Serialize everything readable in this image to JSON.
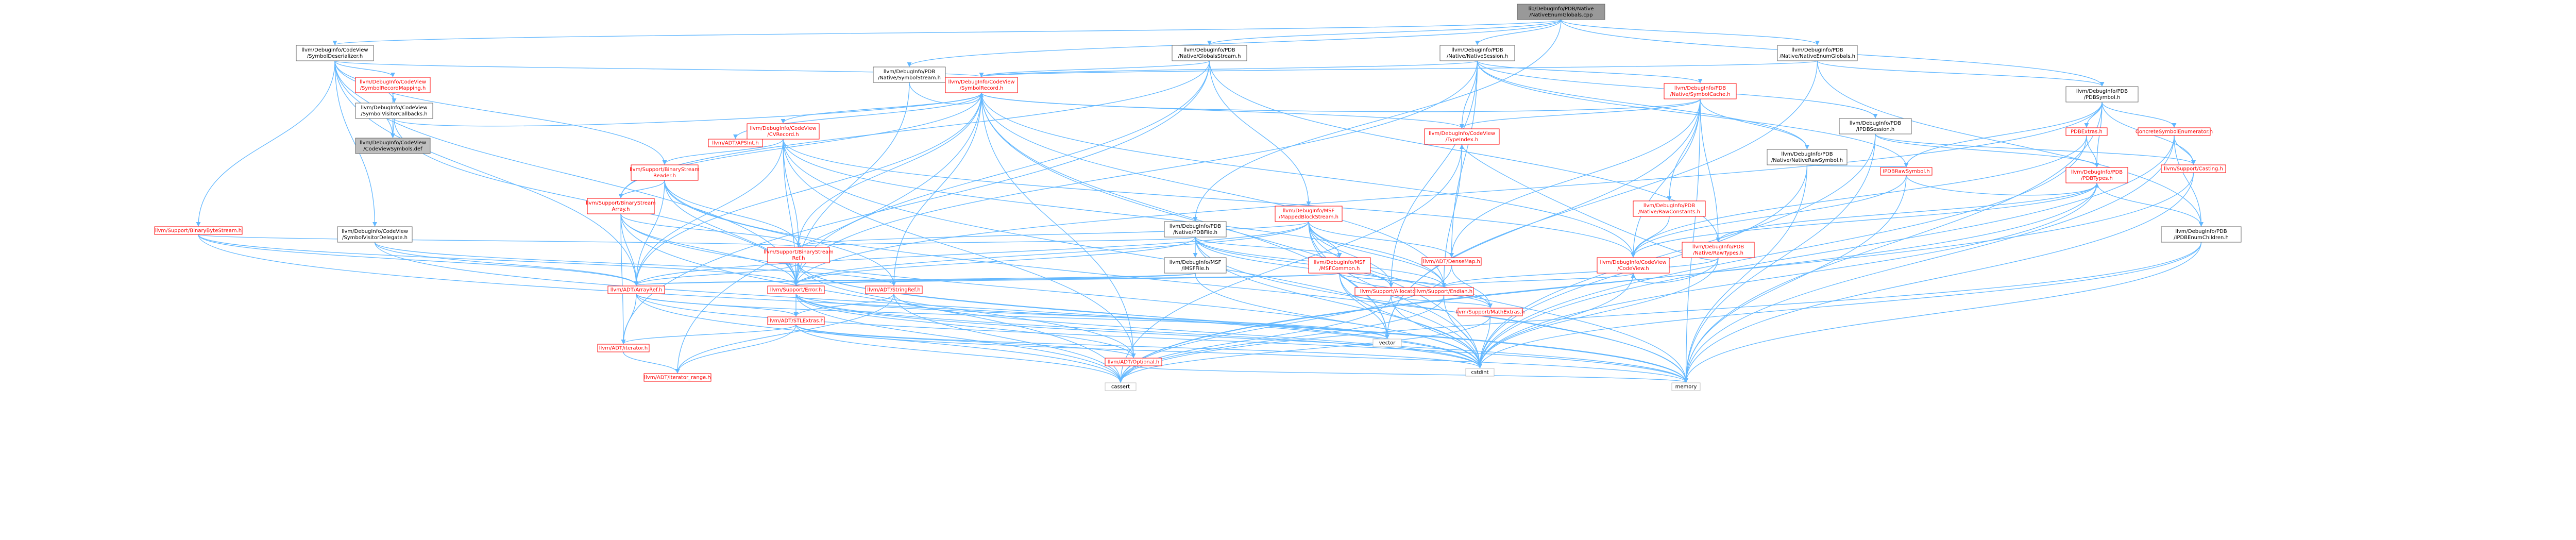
{
  "colors": {
    "root_fill": "#999999",
    "node_fill": "#ffffff",
    "def_fill": "#bfbfbf",
    "border": "#666666",
    "red_border": "#ff0000",
    "gray_border": "#bfbfbf",
    "text": "#000000",
    "red_text": "#ff0000",
    "edge": "#63b8ff"
  },
  "nodes": [
    {
      "id": "root",
      "lines": [
        "lib/DebugInfo/PDB/Native",
        "/NativeEnumGlobals.cpp"
      ],
      "style": "root"
    },
    {
      "id": "cvsd",
      "lines": [
        "llvm/DebugInfo/CodeView",
        "/SymbolDeserializer.h"
      ],
      "style": "black"
    },
    {
      "id": "nss",
      "lines": [
        "llvm/DebugInfo/PDB",
        "/Native/SymbolStream.h"
      ],
      "style": "black"
    },
    {
      "id": "ngs",
      "lines": [
        "llvm/DebugInfo/PDB",
        "/Native/GlobalsStream.h"
      ],
      "style": "black"
    },
    {
      "id": "nsess",
      "lines": [
        "llvm/DebugInfo/PDB",
        "/Native/NativeSession.h"
      ],
      "style": "black"
    },
    {
      "id": "neg",
      "lines": [
        "llvm/DebugInfo/PDB",
        "/Native/NativeEnumGlobals.h"
      ],
      "style": "black"
    },
    {
      "id": "srm",
      "lines": [
        "llvm/DebugInfo/CodeView",
        "/SymbolRecordMapping.h"
      ],
      "style": "red"
    },
    {
      "id": "svc",
      "lines": [
        "llvm/DebugInfo/CodeView",
        "/SymbolVisitorCallbacks.h"
      ],
      "style": "black"
    },
    {
      "id": "cvsyms",
      "lines": [
        "llvm/DebugInfo/CodeView",
        "/CodeViewSymbols.def"
      ],
      "style": "def"
    },
    {
      "id": "sr",
      "lines": [
        "llvm/DebugInfo/CodeView",
        "/SymbolRecord.h"
      ],
      "style": "red"
    },
    {
      "id": "apint",
      "lines": [
        "llvm/ADT/APSInt.h"
      ],
      "style": "red"
    },
    {
      "id": "cvrec",
      "lines": [
        "llvm/DebugInfo/CodeView",
        "/CVRecord.h"
      ],
      "style": "red"
    },
    {
      "id": "bsr",
      "lines": [
        "llvm/Support/BinaryStream",
        "Reader.h"
      ],
      "style": "red"
    },
    {
      "id": "bsa",
      "lines": [
        "llvm/Support/BinaryStream",
        "Array.h"
      ],
      "style": "red"
    },
    {
      "id": "bbs",
      "lines": [
        "llvm/Support/BinaryByteStream.h"
      ],
      "style": "red"
    },
    {
      "id": "svd",
      "lines": [
        "llvm/DebugInfo/CodeView",
        "/SymbolVisitorDelegate.h"
      ],
      "style": "black"
    },
    {
      "id": "pdbfile",
      "lines": [
        "llvm/DebugInfo/PDB",
        "/Native/PDBFile.h"
      ],
      "style": "black"
    },
    {
      "id": "msfmbs",
      "lines": [
        "llvm/DebugInfo/MSF",
        "/MappedBlockStream.h"
      ],
      "style": "red"
    },
    {
      "id": "imsf",
      "lines": [
        "llvm/DebugInfo/MSF",
        "/IMSFFile.h"
      ],
      "style": "black"
    },
    {
      "id": "msfc",
      "lines": [
        "llvm/DebugInfo/MSF",
        "/MSFCommon.h"
      ],
      "style": "red"
    },
    {
      "id": "bsref",
      "lines": [
        "llvm/Support/BinaryStream",
        "Ref.h"
      ],
      "style": "red"
    },
    {
      "id": "err",
      "lines": [
        "llvm/Support/Error.h"
      ],
      "style": "red"
    },
    {
      "id": "arrayref",
      "lines": [
        "llvm/ADT/ArrayRef.h"
      ],
      "style": "red"
    },
    {
      "id": "stringref",
      "lines": [
        "llvm/ADT/StringRef.h"
      ],
      "style": "red"
    },
    {
      "id": "stlextras",
      "lines": [
        "llvm/ADT/STLExtras.h"
      ],
      "style": "red"
    },
    {
      "id": "iter",
      "lines": [
        "llvm/ADT/iterator.h"
      ],
      "style": "red"
    },
    {
      "id": "iterrange",
      "lines": [
        "llvm/ADT/iterator_range.h"
      ],
      "style": "red"
    },
    {
      "id": "optional",
      "lines": [
        "llvm/ADT/Optional.h"
      ],
      "style": "red"
    },
    {
      "id": "cassert",
      "lines": [
        "cassert"
      ],
      "style": "gray"
    },
    {
      "id": "cstdint",
      "lines": [
        "cstdint"
      ],
      "style": "gray"
    },
    {
      "id": "memory",
      "lines": [
        "memory"
      ],
      "style": "gray"
    },
    {
      "id": "vector",
      "lines": [
        "vector"
      ],
      "style": "gray"
    },
    {
      "id": "alloc",
      "lines": [
        "llvm/Support/Allocator.h"
      ],
      "style": "red"
    },
    {
      "id": "densemap",
      "lines": [
        "llvm/ADT/DenseMap.h"
      ],
      "style": "red"
    },
    {
      "id": "endian",
      "lines": [
        "llvm/Support/Endian.h"
      ],
      "style": "red"
    },
    {
      "id": "mathextras",
      "lines": [
        "llvm/Support/MathExtras.h"
      ],
      "style": "red"
    },
    {
      "id": "typeindex",
      "lines": [
        "llvm/DebugInfo/CodeView",
        "/TypeIndex.h"
      ],
      "style": "red"
    },
    {
      "id": "codeview",
      "lines": [
        "llvm/DebugInfo/CodeView",
        "/CodeView.h"
      ],
      "style": "red"
    },
    {
      "id": "symcache",
      "lines": [
        "llvm/DebugInfo/PDB",
        "/Native/SymbolCache.h"
      ],
      "style": "red"
    },
    {
      "id": "nrawc",
      "lines": [
        "llvm/DebugInfo/PDB",
        "/Native/RawConstants.h"
      ],
      "style": "red"
    },
    {
      "id": "nrawt",
      "lines": [
        "llvm/DebugInfo/PDB",
        "/Native/RawTypes.h"
      ],
      "style": "red"
    },
    {
      "id": "nrawsym",
      "lines": [
        "llvm/DebugInfo/PDB",
        "/Native/NativeRawSymbol.h"
      ],
      "style": "black"
    },
    {
      "id": "pdbsess",
      "lines": [
        "llvm/DebugInfo/PDB",
        "/IPDBSession.h"
      ],
      "style": "black"
    },
    {
      "id": "ipdbraw",
      "lines": [
        "IPDBRawSymbol.h"
      ],
      "style": "red"
    },
    {
      "id": "pdbsym",
      "lines": [
        "llvm/DebugInfo/PDB",
        "/PDBSymbol.h"
      ],
      "style": "black"
    },
    {
      "id": "pdbextras",
      "lines": [
        "PDBExtras.h"
      ],
      "style": "red"
    },
    {
      "id": "concrete",
      "lines": [
        "ConcreteSymbolEnumerator.h"
      ],
      "style": "red"
    },
    {
      "id": "pdbtypes",
      "lines": [
        "llvm/DebugInfo/PDB",
        "/PDBTypes.h"
      ],
      "style": "red"
    },
    {
      "id": "casting",
      "lines": [
        "llvm/Support/Casting.h"
      ],
      "style": "red"
    },
    {
      "id": "ienum",
      "lines": [
        "llvm/DebugInfo/PDB",
        "/IPDBEnumChildren.h"
      ],
      "style": "black"
    }
  ]
}
